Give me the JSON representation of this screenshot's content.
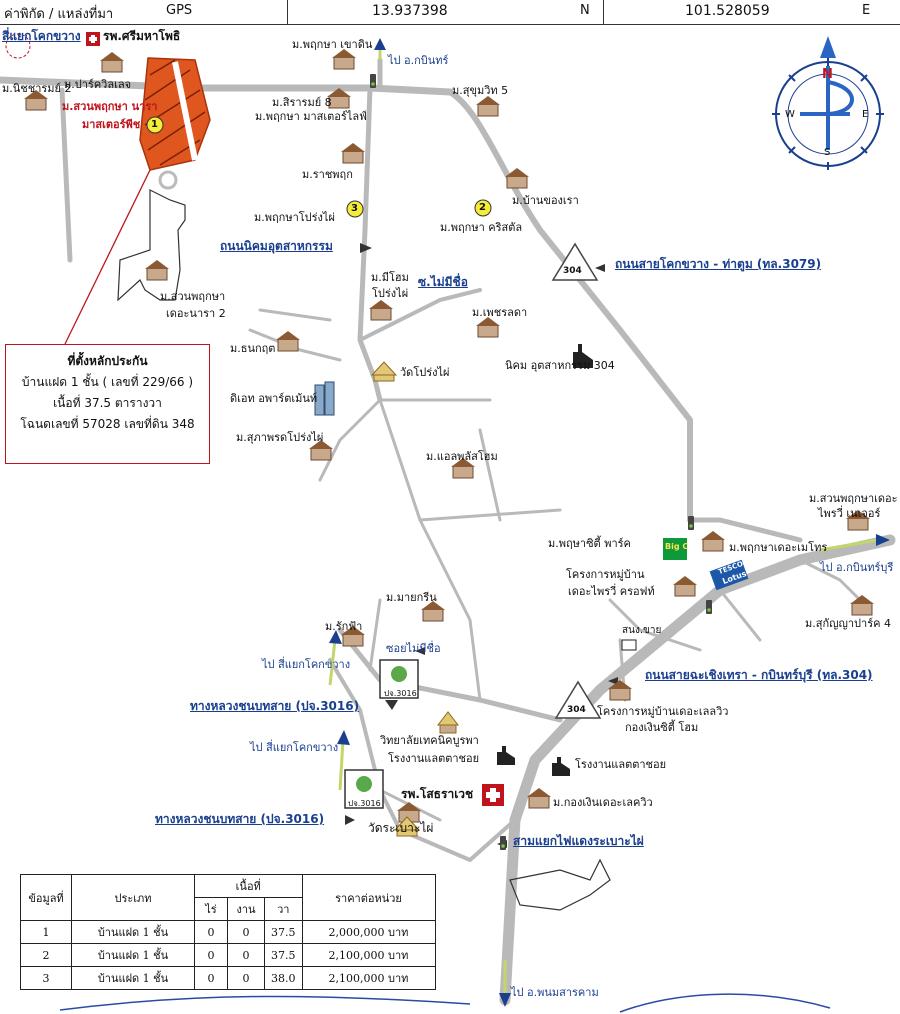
{
  "header": {
    "location_label": "ค่าพิกัด / แหล่งที่มา",
    "source": "GPS",
    "latitude": "13.937398",
    "lat_suffix": "N",
    "longitude": "101.528059",
    "lon_suffix": "E"
  },
  "compass": {
    "north": "N",
    "south": "S",
    "east": "E",
    "west": "W"
  },
  "labels": {
    "junction_kokkhwang": "สี่แยกโคกขวาง",
    "hospital_srimahapho": "รพ.ศรีมหาโพธิ",
    "nichcharam2": "ม.นิชชารมย์ 2",
    "park_villa": "ม.ปาร์ควิลเลจ",
    "subject_line1": "ม.สวนพฤกษา นารา",
    "subject_line2": "มาสเตอร์พีช",
    "pruksa_khaodin": "ม.พฤกษา เขาดิน",
    "to_kabinburi": "ไป อ.กบินทร์",
    "sirarom8": "ม.สิรารมย์ 8",
    "pruksa_masterlife": "ม.พฤกษา มาสเตอร์ไลฟ์",
    "sukhumvit5": "ม.สุขุมวิท 5",
    "ratchapruk": "ม.ราชพฤก",
    "pruksa_prongphai": "ม.พฤกษาโปร่งไผ่",
    "ban_khongrao": "ม.บ้านของเรา",
    "pruksa_crystal": "ม.พฤกษา คริสตัล",
    "industrial_road": "ถนนนิคมอุตสาหกรรม",
    "road_304_label": "ถนนสายโคกขวาง - ท่าตูม (ทล.3079)",
    "route_304": "304",
    "mihome_line1": "ม.มีโฮม",
    "mihome_line2": "โปร่งไผ่",
    "soi_nameless": "ซ.ไม่มีชื่อ",
    "petcharada": "ม.เพชรลดา",
    "suan_pruksa_line1": "ม.สวนพฤกษา",
    "suan_pruksa_line2": "เดอะนารา 2",
    "thanakrit": "ม.ธนกฤต",
    "wat_prongphai": "วัดโปร่งไผ่",
    "industrial_estate_304": "นิคม อุตสาหกรรม 304",
    "dt_apartment": "ดิเอท อพาร์ตเม้นท์",
    "suphaphon": "ม.สุภาพรดโปร่งไผ่",
    "alplus_home": "ม.แอลพลัสโฮม",
    "suan_pruksa_privy_line1": "ม.สวนพฤกษาเดอะ",
    "suan_pruksa_privy_line2": "ไพรวี่ เนเจอร์",
    "to_kabinburi2": "ไป อ.กบินทร์บุรี",
    "pruksa_city_park": "ม.พฤษาซิตี้ พาร์ค",
    "pruksa_metro": "ม.พฤกษาเดอะเมโทร",
    "privy_croft_line1": "โครงการหมู่บ้าน",
    "privy_croft_line2": "เดอะไพรวี่ ครอฟท์",
    "sanguan_place": "สนง.ขาย",
    "sukanya_park4": "ม.สุกัญญาปาร์ค 4",
    "mai_green": "ม.มายกรีน",
    "rakfa": "ม.รักฟ้า",
    "soi_nameless2": "ซอยไม่มีชื่อ",
    "to_junction": "ไป สี่แยกโคกขวาง",
    "pj_3016": "ปจ.3016",
    "rural_road_label": "ทางหลวงชนบทสาย (ปจ.3016)",
    "road_chachoengsao": "ถนนสายฉะเชิงเทรา - กบินทร์บุรี (ทล.304)",
    "college_line1": "วิทยาลัยเทคนิคบูรพา",
    "college_line2": "โรงงานแลตตาชอย",
    "village_line1": "โครงการหมู่บ้านเดอะเลลวิว",
    "village_line2": "กองเงินซิตี้ โฮม",
    "factory_latta": "โรงงานแลตตาชอย",
    "to_junction2": "ไป สี่แยกโคกขวาง",
    "hospital_sothorn": "รพ.โสธราเวช",
    "kongngern_lakeview": "ม.กองเงินเดอะเลควิว",
    "wat_rabao": "วัดระเบาะไผ่",
    "traffic_light_junction": "สามแยกไฟแดงระเบาะไผ่",
    "to_phanom": "ไป อ.พนมสารคาม",
    "big_c": "Big C",
    "tesco_top": "TESCO",
    "tesco_bottom": "Lotus"
  },
  "info_box": {
    "title": "ที่ตั้งหลักประกัน",
    "line1": "บ้านแฝด 1 ชั้น ( เลขที่ 229/66 )",
    "line2": "เนื้อที่ 37.5 ตารางวา",
    "line3": "โฉนดเลขที่ 57028 เลขที่ดิน 348"
  },
  "markers": {
    "m1": "1",
    "m2": "2",
    "m3": "3"
  },
  "colors": {
    "subject": "#e0561f",
    "road": "#b9b9b9",
    "accent_blue": "#1a3f8f",
    "red": "#c0141c"
  },
  "price_table": {
    "headers": {
      "no": "ข้อมูลที่",
      "type": "ประเภท",
      "area": "เนื้อที่",
      "rai": "ไร่",
      "ngan": "งาน",
      "wa": "วา",
      "price": "ราคาต่อหน่วย"
    },
    "rows": [
      {
        "no": "1",
        "type": "บ้านแฝด 1 ชั้น",
        "rai": "0",
        "ngan": "0",
        "wa": "37.5",
        "price": "2,000,000 บาท"
      },
      {
        "no": "2",
        "type": "บ้านแฝด 1 ชั้น",
        "rai": "0",
        "ngan": "0",
        "wa": "37.5",
        "price": "2,100,000 บาท"
      },
      {
        "no": "3",
        "type": "บ้านแฝด 1 ชั้น",
        "rai": "0",
        "ngan": "0",
        "wa": "38.0",
        "price": "2,100,000 บาท"
      }
    ]
  }
}
